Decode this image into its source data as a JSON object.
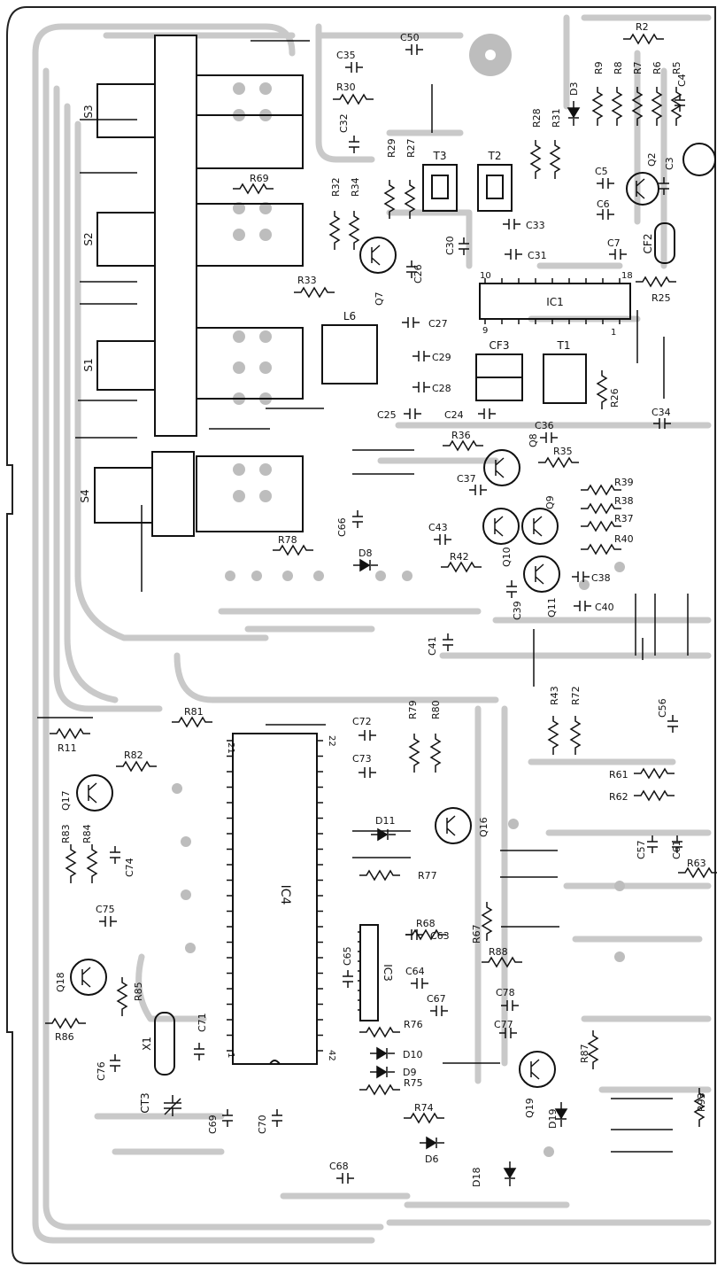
{
  "palette": {
    "trace": "#c9c9c9",
    "trace_edge": "#9a9a9a",
    "symbol": "#111111",
    "background": "#ffffff"
  },
  "labels": {
    "switches": [
      "S3",
      "S2",
      "S1",
      "S4"
    ],
    "ics": [
      "IC1",
      "IC3",
      "IC4"
    ],
    "transformers": [
      "T3",
      "T2",
      "T1",
      "L6",
      "CF3",
      "CF2"
    ],
    "crystal": "X1",
    "transistors": [
      "Q7",
      "Q8",
      "Q9",
      "Q10",
      "Q11",
      "Q16",
      "Q17",
      "Q18",
      "Q19",
      "Q2"
    ],
    "diodes": [
      "D3",
      "D8",
      "D11",
      "D10",
      "D9",
      "D6",
      "D18",
      "D19"
    ],
    "resistors_top": [
      "R2",
      "R9",
      "R8",
      "R7",
      "R6",
      "R5",
      "R28",
      "R31",
      "R30",
      "R29",
      "R27",
      "R32",
      "R34",
      "R69",
      "R33",
      "R25",
      "R26"
    ],
    "resistors_mid": [
      "R36",
      "R35",
      "R39",
      "R38",
      "R37",
      "R40",
      "R42",
      "R78",
      "R43",
      "R72",
      "R61",
      "R62",
      "R63"
    ],
    "resistors_bottom": [
      "R11",
      "R81",
      "R82",
      "R79",
      "R80",
      "R83",
      "R84",
      "R77",
      "R68",
      "R67",
      "R88",
      "R85",
      "R86",
      "R76",
      "R75",
      "R74",
      "R87",
      "R93"
    ],
    "capacitors": [
      "C35",
      "C50",
      "C32",
      "C4",
      "C3",
      "C5",
      "C6",
      "C7",
      "C33",
      "C31",
      "C30",
      "C26",
      "C27",
      "C29",
      "C28",
      "C25",
      "C24",
      "C36",
      "C34",
      "C37",
      "C43",
      "C66",
      "C38",
      "C39",
      "C40",
      "C41",
      "C72",
      "C73",
      "C56",
      "C57",
      "C61",
      "C74",
      "C75",
      "C65",
      "C63",
      "C64",
      "C67",
      "C78",
      "C77",
      "C71",
      "C76",
      "C69",
      "C70",
      "C68"
    ],
    "trimmer": "CT3",
    "pins": {
      "ic1_a": "10",
      "ic1_b": "18",
      "ic1_c": "9",
      "ic1_d": "1",
      "ic4_a": "21",
      "ic4_b": "22",
      "ic4_c": "1",
      "ic4_d": "42"
    }
  }
}
